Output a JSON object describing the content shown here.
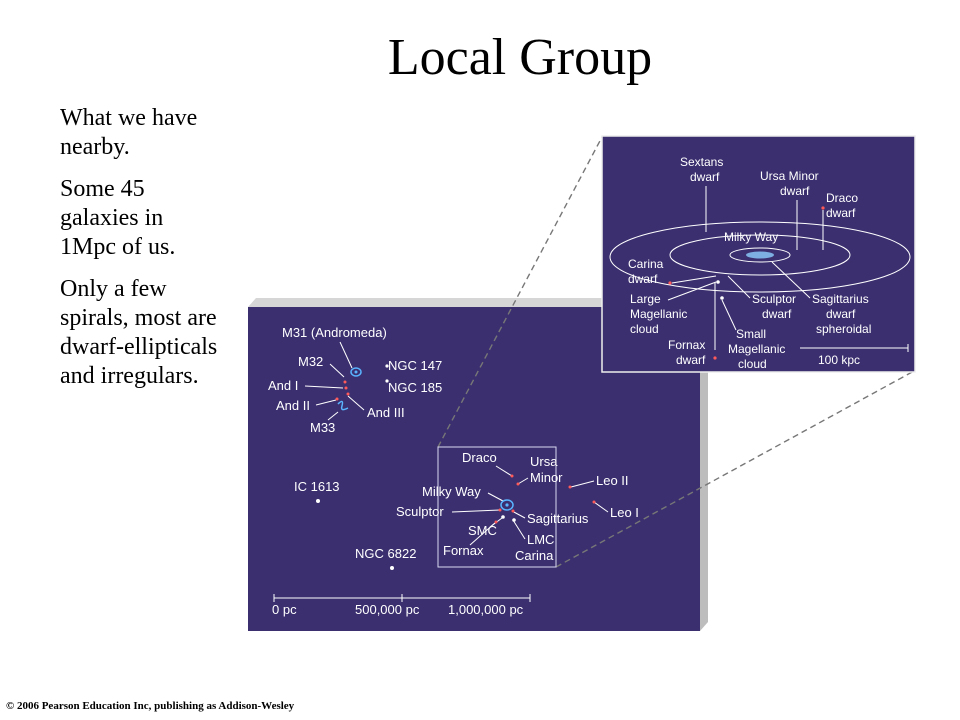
{
  "slide": {
    "title": "Local Group",
    "bullets": [
      "What we have nearby.",
      "Some 45 galaxies in 1Mpc of us.",
      "Only a few spirals, most are dwarf-ellipticals and irregulars."
    ],
    "copyright": "© 2006 Pearson Education Inc, publishing as Addison-Wesley"
  },
  "colors": {
    "panel_face": "#3b2f6f",
    "panel_edge": "#cfcfcf",
    "star_red": "#ff5a5a",
    "star_white": "#ffffff"
  },
  "main_panel": {
    "labels": {
      "m31": "M31 (Andromeda)",
      "m32": "M32",
      "and_i": "And I",
      "and_ii": "And II",
      "m33": "M33",
      "ngc147": "NGC 147",
      "ngc185": "NGC 185",
      "and_iii": "And III",
      "ic1613": "IC 1613",
      "ngc6822": "NGC 6822",
      "draco": "Draco",
      "ursa_minor": "Ursa Minor",
      "leo_ii": "Leo II",
      "leo_i": "Leo I",
      "milky_way": "Milky Way",
      "sculptor": "Sculptor",
      "sagittarius": "Sagittarius",
      "smc": "SMC",
      "lmc": "LMC",
      "fornax": "Fornax",
      "carina": "Carina"
    },
    "scale": {
      "zero": "0 pc",
      "mid": "500,000 pc",
      "max": "1,000,000 pc"
    }
  },
  "inset_panel": {
    "labels": {
      "sextans": "Sextans dwarf",
      "ursa_minor": "Ursa Minor dwarf",
      "draco": "Draco dwarf",
      "milky_way": "Milky Way",
      "carina": "Carina dwarf",
      "lmc": "Large Magellanic cloud",
      "sculptor": "Sculptor dwarf",
      "sagittarius": "Sagittarius dwarf spheroidal",
      "fornax": "Fornax dwarf",
      "smc": "Small Magellanic cloud",
      "scale": "100 kpc"
    }
  }
}
